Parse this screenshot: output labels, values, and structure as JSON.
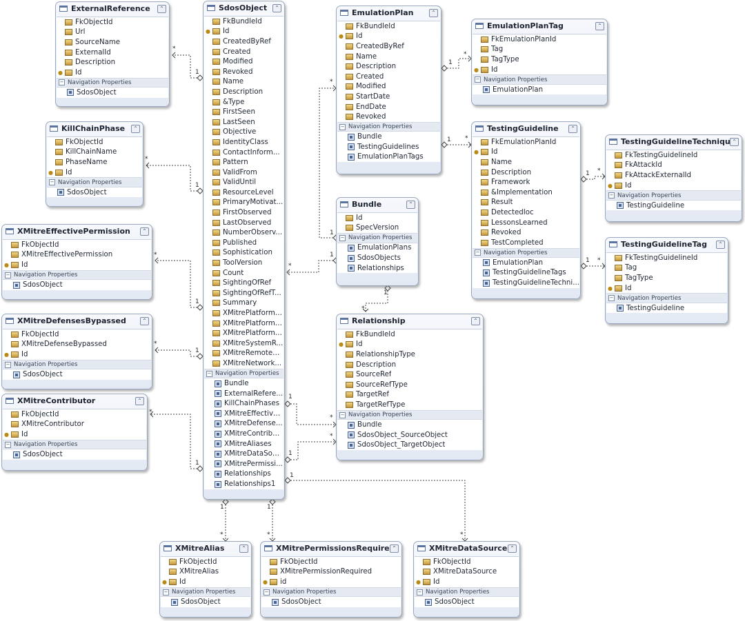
{
  "entities": {
    "ExternalReference": {
      "title": "ExternalReference",
      "collapse_icon": "chevron-up-icon",
      "properties": [
        "FkObjectId",
        "Url",
        "SourceName",
        "ExternalId",
        "Description",
        "Id"
      ],
      "nav_header": "Navigation Properties",
      "navigation": [
        "SdosObject"
      ]
    },
    "KillChainPhase": {
      "title": "KillChainPhase",
      "collapse_icon": "chevron-up-icon",
      "properties": [
        "FkObjectId",
        "KillChainName",
        "PhaseName",
        "Id"
      ],
      "nav_header": "Navigation Properties",
      "navigation": [
        "SdosObject"
      ]
    },
    "XMitreEffectivePermission": {
      "title": "XMitreEffectivePermission",
      "collapse_icon": "chevron-up-icon",
      "properties": [
        "FkObjectId",
        "XMitreEffectivePermission",
        "Id"
      ],
      "nav_header": "Navigation Properties",
      "navigation": [
        "SdosObject"
      ]
    },
    "XMitreDefensesBypassed": {
      "title": "XMitreDefensesBypassed",
      "collapse_icon": "chevron-up-icon",
      "properties": [
        "FkObjectId",
        "XMitreDefenseBypassed",
        "Id"
      ],
      "nav_header": "Navigation Properties",
      "navigation": [
        "SdosObject"
      ]
    },
    "XMitreContributor": {
      "title": "XMitreContributor",
      "collapse_icon": "chevron-up-icon",
      "properties": [
        "FkObjectId",
        "XMitreContributor",
        "Id"
      ],
      "nav_header": "Navigation Properties",
      "navigation": [
        "SdosObject"
      ]
    },
    "SdosObject": {
      "title": "SdosObject",
      "collapse_icon": "chevron-up-icon",
      "properties": [
        "FkBundleId",
        "Id",
        "CreatedByRef",
        "Created",
        "Modified",
        "Revoked",
        "Name",
        "Description",
        "&Type",
        "FirstSeen",
        "LastSeen",
        "Objective",
        "IdentityClass",
        "ContactInform...",
        "Pattern",
        "ValidFrom",
        "ValidUntil",
        "ResourceLevel",
        "PrimaryMotivat...",
        "FirstObserved",
        "LastObserved",
        "NumberObserv...",
        "Published",
        "Sophistication",
        "ToolVersion",
        "Count",
        "SightingOfRef",
        "SightingOfRefT...",
        "Summary",
        "XMitrePlatform ...",
        "XMitrePlatform ...",
        "XMitrePlatform ...",
        "XMitreSystemR...",
        "XMitreRemoteS...",
        "XMitreNetwork..."
      ],
      "nav_header": "Navigation Properties",
      "navigation": [
        "Bundle",
        "ExternalRefere...",
        "KillChainPhases",
        "XMitreEffective...",
        "XMitreDefense...",
        "XMitreContribu...",
        "XMitreAliases",
        "XMitreDataSou...",
        "XMitrePermissi...",
        "Relationships",
        "Relationships1"
      ]
    },
    "EmulationPlan": {
      "title": "EmulationPlan",
      "collapse_icon": "chevron-up-icon",
      "properties": [
        "FkBundleId",
        "Id",
        "CreatedByRef",
        "Name",
        "Description",
        "Created",
        "Modified",
        "StartDate",
        "EndDate",
        "Revoked"
      ],
      "nav_header": "Navigation Properties",
      "navigation": [
        "Bundle",
        "TestingGuidelines",
        "EmulationPlanTags"
      ]
    },
    "EmulationPlanTag": {
      "title": "EmulationPlanTag",
      "collapse_icon": "chevron-up-icon",
      "properties": [
        "FkEmulationPlanId",
        "Tag",
        "TagType",
        "Id"
      ],
      "nav_header": "Navigation Properties",
      "navigation": [
        "EmulationPlan"
      ]
    },
    "TestingGuideline": {
      "title": "TestingGuideline",
      "collapse_icon": "chevron-up-icon",
      "properties": [
        "FkEmulationPlanId",
        "Id",
        "Name",
        "Description",
        "Framework",
        "&Implementation",
        "Result",
        "DetectedIoc",
        "LessonsLearned",
        "Revoked",
        "TestCompleted"
      ],
      "nav_header": "Navigation Properties",
      "navigation": [
        "EmulationPlan",
        "TestingGuidelineTags",
        "TestingGuidelineTechni..."
      ]
    },
    "TestingGuidelineTechnique": {
      "title": "TestingGuidelineTechnique",
      "collapse_icon": "chevron-up-icon",
      "properties": [
        "FkTestingGuidelineId",
        "FkAttackId",
        "FkAttackExternalId",
        "Id"
      ],
      "nav_header": "Navigation Properties",
      "navigation": [
        "TestingGuideline"
      ]
    },
    "TestingGuidelineTag": {
      "title": "TestingGuidelineTag",
      "collapse_icon": "chevron-up-icon",
      "properties": [
        "FkTestingGuidelineId",
        "Tag",
        "TagType",
        "Id"
      ],
      "nav_header": "Navigation Properties",
      "navigation": [
        "TestingGuideline"
      ]
    },
    "Bundle": {
      "title": "Bundle",
      "collapse_icon": "chevron-up-icon",
      "properties": [
        "Id",
        "SpecVersion"
      ],
      "nav_header": "Navigation Properties",
      "navigation": [
        "EmulationPlans",
        "SdosObjects",
        "Relationships"
      ]
    },
    "Relationship": {
      "title": "Relationship",
      "collapse_icon": "chevron-up-icon",
      "properties": [
        "FkBundleId",
        "Id",
        "RelationshipType",
        "Description",
        "SourceRef",
        "SourceRefType",
        "TargetRef",
        "TargetRefType"
      ],
      "nav_header": "Navigation Properties",
      "navigation": [
        "Bundle",
        "SdosObject_SourceObject",
        "SdosObject_TargetObject"
      ]
    },
    "XMitreAlias": {
      "title": "XMitreAlias",
      "collapse_icon": "chevron-up-icon",
      "properties": [
        "FkObjectId",
        "XMitreAlias",
        "Id"
      ],
      "nav_header": "Navigation Properties",
      "navigation": [
        "SdosObject"
      ]
    },
    "XMitrePermissionsRequired": {
      "title": "XMitrePermissionsRequired",
      "collapse_icon": "chevron-up-icon",
      "properties": [
        "FkObjectId",
        "XMitrePermissionRequired",
        "id"
      ],
      "nav_header": "Navigation Properties",
      "navigation": [
        "SdosObject"
      ]
    },
    "XMitreDataSource": {
      "title": "XMitreDataSource",
      "collapse_icon": "chevron-up-icon",
      "properties": [
        "FkObjectId",
        "XMitreDataSource",
        "Id"
      ],
      "nav_header": "Navigation Properties",
      "navigation": [
        "SdosObject"
      ]
    }
  },
  "multiplicity": {
    "one": "1",
    "many": "*"
  },
  "key_icon": "key-icon",
  "property_icon": "property-icon",
  "navigation_icon": "navigation-property-icon"
}
